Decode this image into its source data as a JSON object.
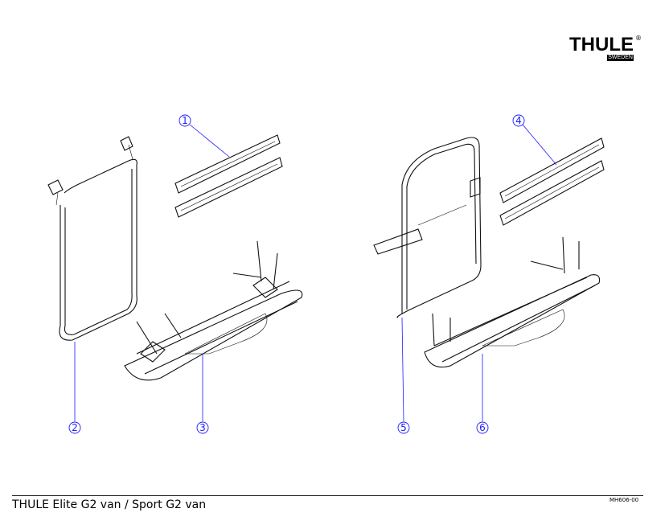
{
  "logo": {
    "brand": "THULE",
    "sub": "SWEDEN",
    "reg": "®"
  },
  "callouts": [
    "1",
    "2",
    "3",
    "4",
    "5",
    "6"
  ],
  "footer": {
    "title": "THULE Elite G2 van / Sport G2 van",
    "doc_number": "MH606-00"
  }
}
